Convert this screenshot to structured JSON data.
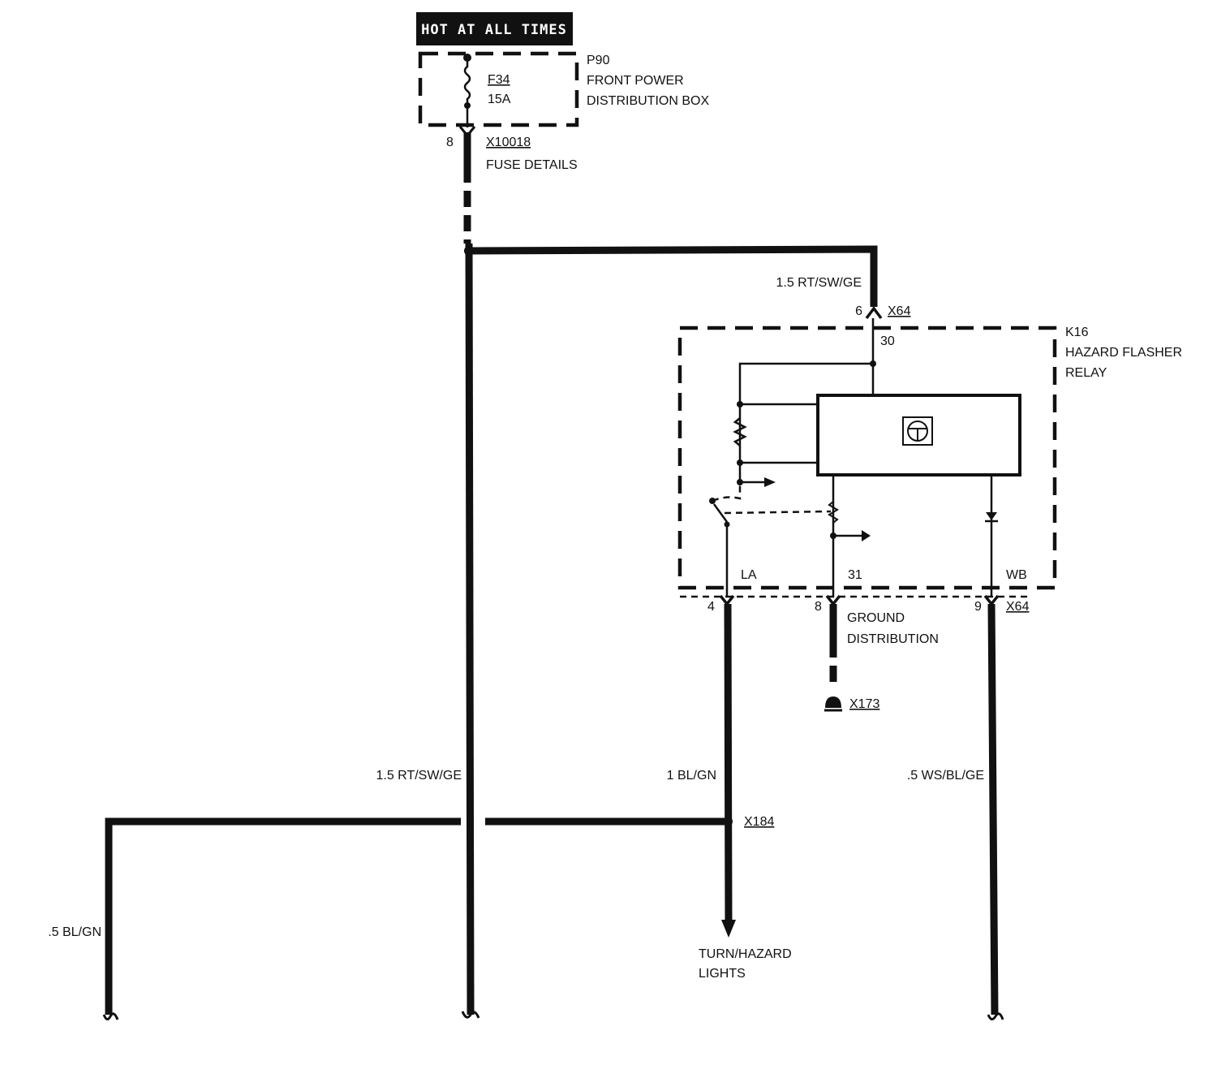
{
  "header": {
    "label": "HOT AT ALL TIMES"
  },
  "fuse_box": {
    "id": "P90",
    "name_line1": "FRONT POWER",
    "name_line2": "DISTRIBUTION BOX",
    "fuse_id": "F34",
    "fuse_rating": "15A",
    "pin": "8",
    "connector": "X10018",
    "details": "FUSE DETAILS"
  },
  "relay": {
    "id": "K16",
    "name_line1": "HAZARD FLASHER",
    "name_line2": "RELAY",
    "in_pin": "6",
    "in_connector": "X64",
    "terminal_30": "30",
    "terminal_la": "LA",
    "terminal_31": "31",
    "terminal_wb": "WB",
    "out_pin_la": "4",
    "out_pin_31": "8",
    "out_pin_wb": "9",
    "out_connector": "X64"
  },
  "ground": {
    "label_line1": "GROUND",
    "label_line2": "DISTRIBUTION",
    "connector": "X173"
  },
  "wires": {
    "feed_upper": "1.5 RT/SW/GE",
    "feed_main": "1.5 RT/SW/GE",
    "la_wire": "1 BL/GN",
    "wb_wire": ".5 WS/BL/GE",
    "left_branch": ".5 BL/GN"
  },
  "splice": {
    "connector": "X184"
  },
  "destination": {
    "line1": "TURN/HAZARD",
    "line2": "LIGHTS"
  }
}
